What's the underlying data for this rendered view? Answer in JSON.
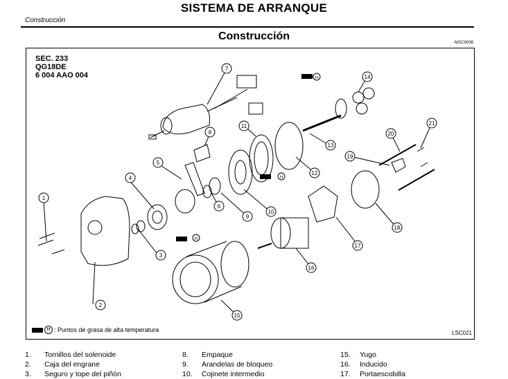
{
  "header": {
    "title": "SISTEMA DE ARRANQUE",
    "section": "Construcción",
    "heading": "Construcción",
    "ref_code": "NISC0006"
  },
  "figure": {
    "sec_lines": [
      "SEC. 233",
      "QG18DE",
      "6 004 AAO 004"
    ],
    "legend_symbol": "H",
    "legend_text": ": Puntos de grasa de alta temperatura",
    "figure_code": "LSC021",
    "callouts": [
      "1",
      "2",
      "3",
      "4",
      "5",
      "6",
      "7",
      "8",
      "9",
      "10",
      "11",
      "12",
      "13",
      "14",
      "15",
      "16",
      "17",
      "18",
      "19",
      "20",
      "21"
    ]
  },
  "parts_list": {
    "col1": [
      {
        "num": "1.",
        "label": "Tornillos del solenoide"
      },
      {
        "num": "2.",
        "label": "Caja del engrane"
      },
      {
        "num": "3.",
        "label": "Seguro y tope del piñón"
      }
    ],
    "col2": [
      {
        "num": "8.",
        "label": "Empaque"
      },
      {
        "num": "9.",
        "label": "Arandelas de bloqueo"
      },
      {
        "num": "10.",
        "label": "Cojinete intermedio"
      }
    ],
    "col3": [
      {
        "num": "15.",
        "label": "Yugo"
      },
      {
        "num": "16.",
        "label": "Inducido"
      },
      {
        "num": "17.",
        "label": "Portaescobilla"
      }
    ]
  }
}
